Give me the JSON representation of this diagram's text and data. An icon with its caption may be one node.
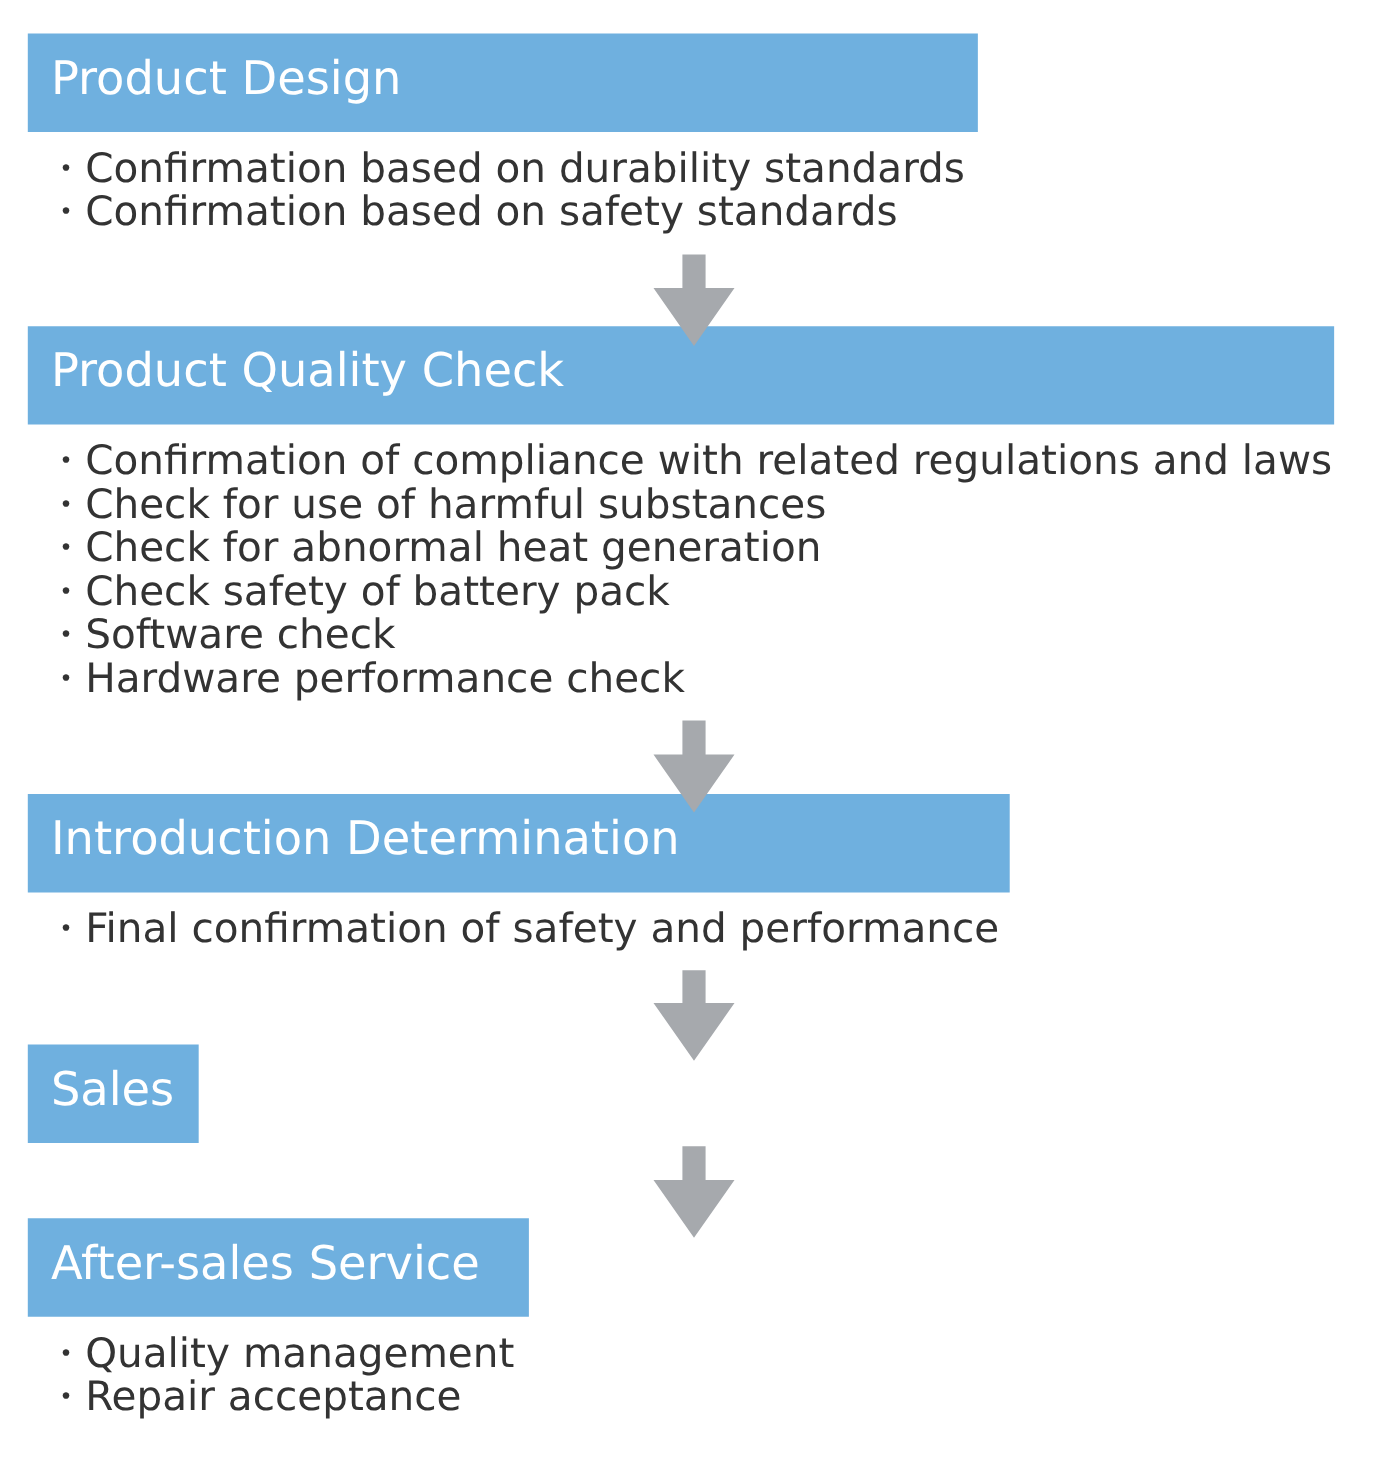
{
  "diagram": {
    "nodes": [
      {
        "text": [
          "Product Design"
        ],
        "beside": [
          "・Confirmation based on durability standards",
          "・Confirmation based on safety standards"
        ]
      },
      {
        "text": [
          "Product Quality Check"
        ],
        "beside": [
          "・Confirmation of compliance with related regulations and laws",
          "・Check for use of harmful substances",
          "・Check for abnormal heat generation",
          "・Check safety of battery pack",
          "・Software check",
          "・Hardware performance check"
        ]
      },
      {
        "text": [
          "Introduction Determination"
        ],
        "beside": [
          "・Final confirmation of safety and performance"
        ]
      },
      {
        "text": [
          "Sales"
        ]
      },
      {
        "text": [
          "After-sales Service"
        ],
        "beside": [
          "・Quality management",
          "・Repair acceptance"
        ]
      }
    ],
    "edges": [
      {
        "from": 0,
        "to": 1,
        "arrow": "to"
      },
      {
        "from": 1,
        "to": 2,
        "arrow": "to"
      },
      {
        "from": 2,
        "to": 3,
        "arrow": "to"
      },
      {
        "from": 3,
        "to": 4,
        "arrow": "to"
      }
    ]
  }
}
